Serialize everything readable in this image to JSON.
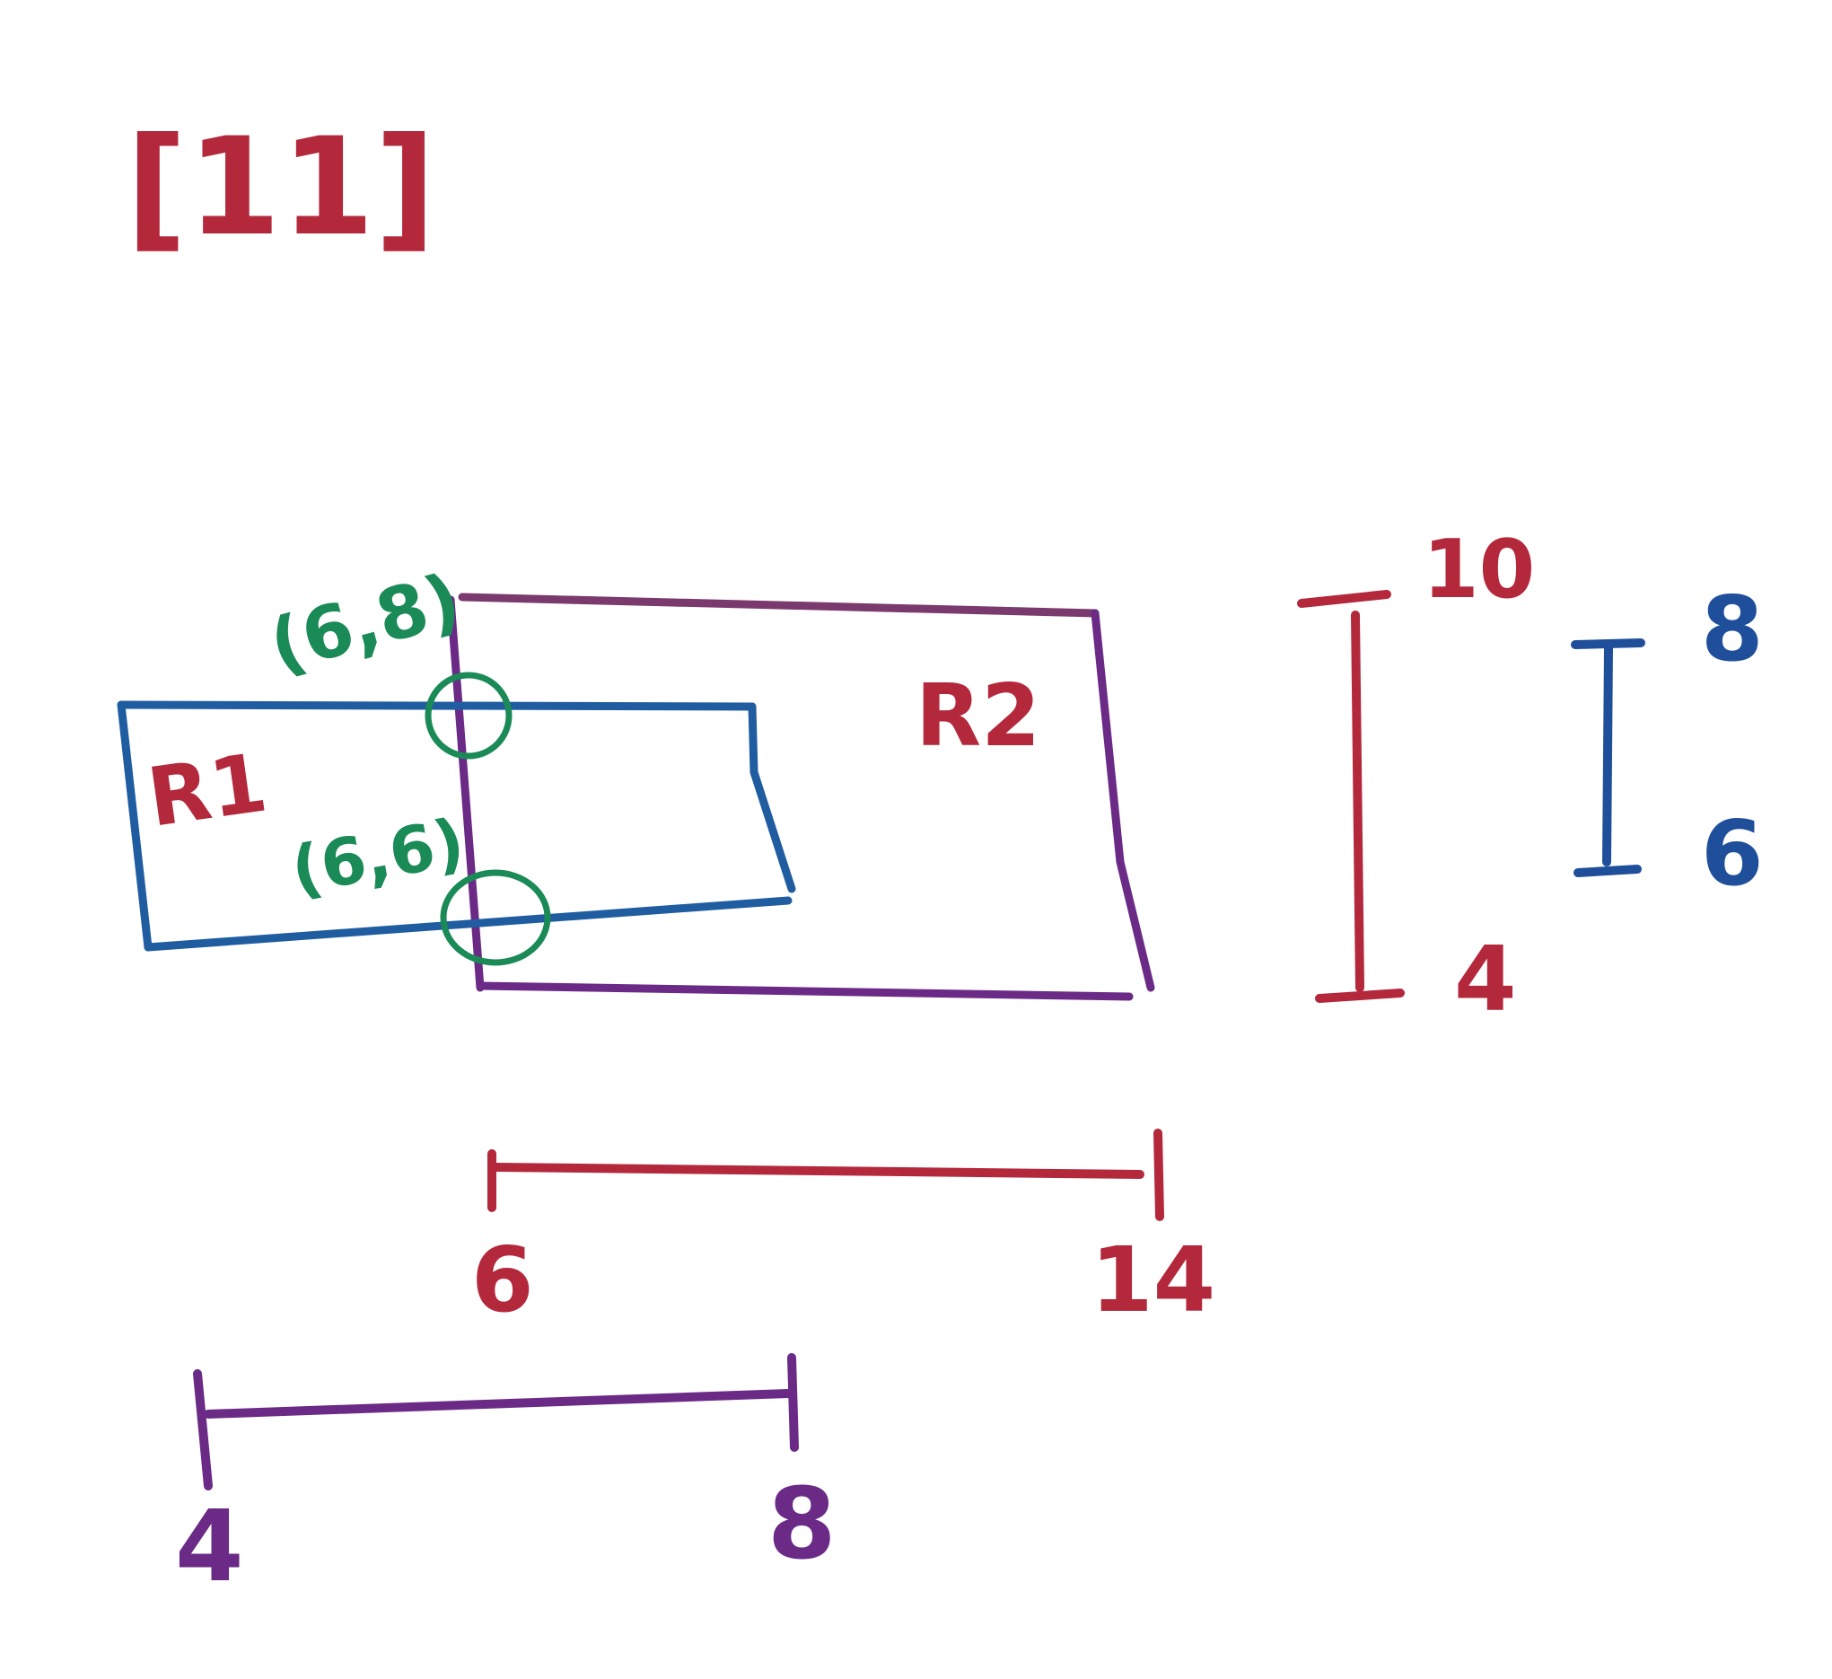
{
  "colors": {
    "red": "#b4283c",
    "blue": "#1f4f9a",
    "purple": "#6a2a86",
    "green": "#1a8a57",
    "board": "#ffffff"
  },
  "problem_number": "[11]",
  "rectangles": [
    {
      "label": "R1",
      "color": "blue"
    },
    {
      "label": "R2",
      "color": "purple"
    }
  ],
  "intersections": [
    {
      "label": "(6,8)"
    },
    {
      "label": "(6,6)"
    }
  ],
  "vertical_ranges": [
    {
      "top": "10",
      "bottom": "4",
      "color": "red"
    },
    {
      "top": "8",
      "bottom": "6",
      "color": "blue"
    }
  ],
  "horizontal_ranges": [
    {
      "left": "6",
      "right": "14",
      "color": "red"
    },
    {
      "left": "4",
      "right": "8",
      "color": "purple"
    }
  ]
}
